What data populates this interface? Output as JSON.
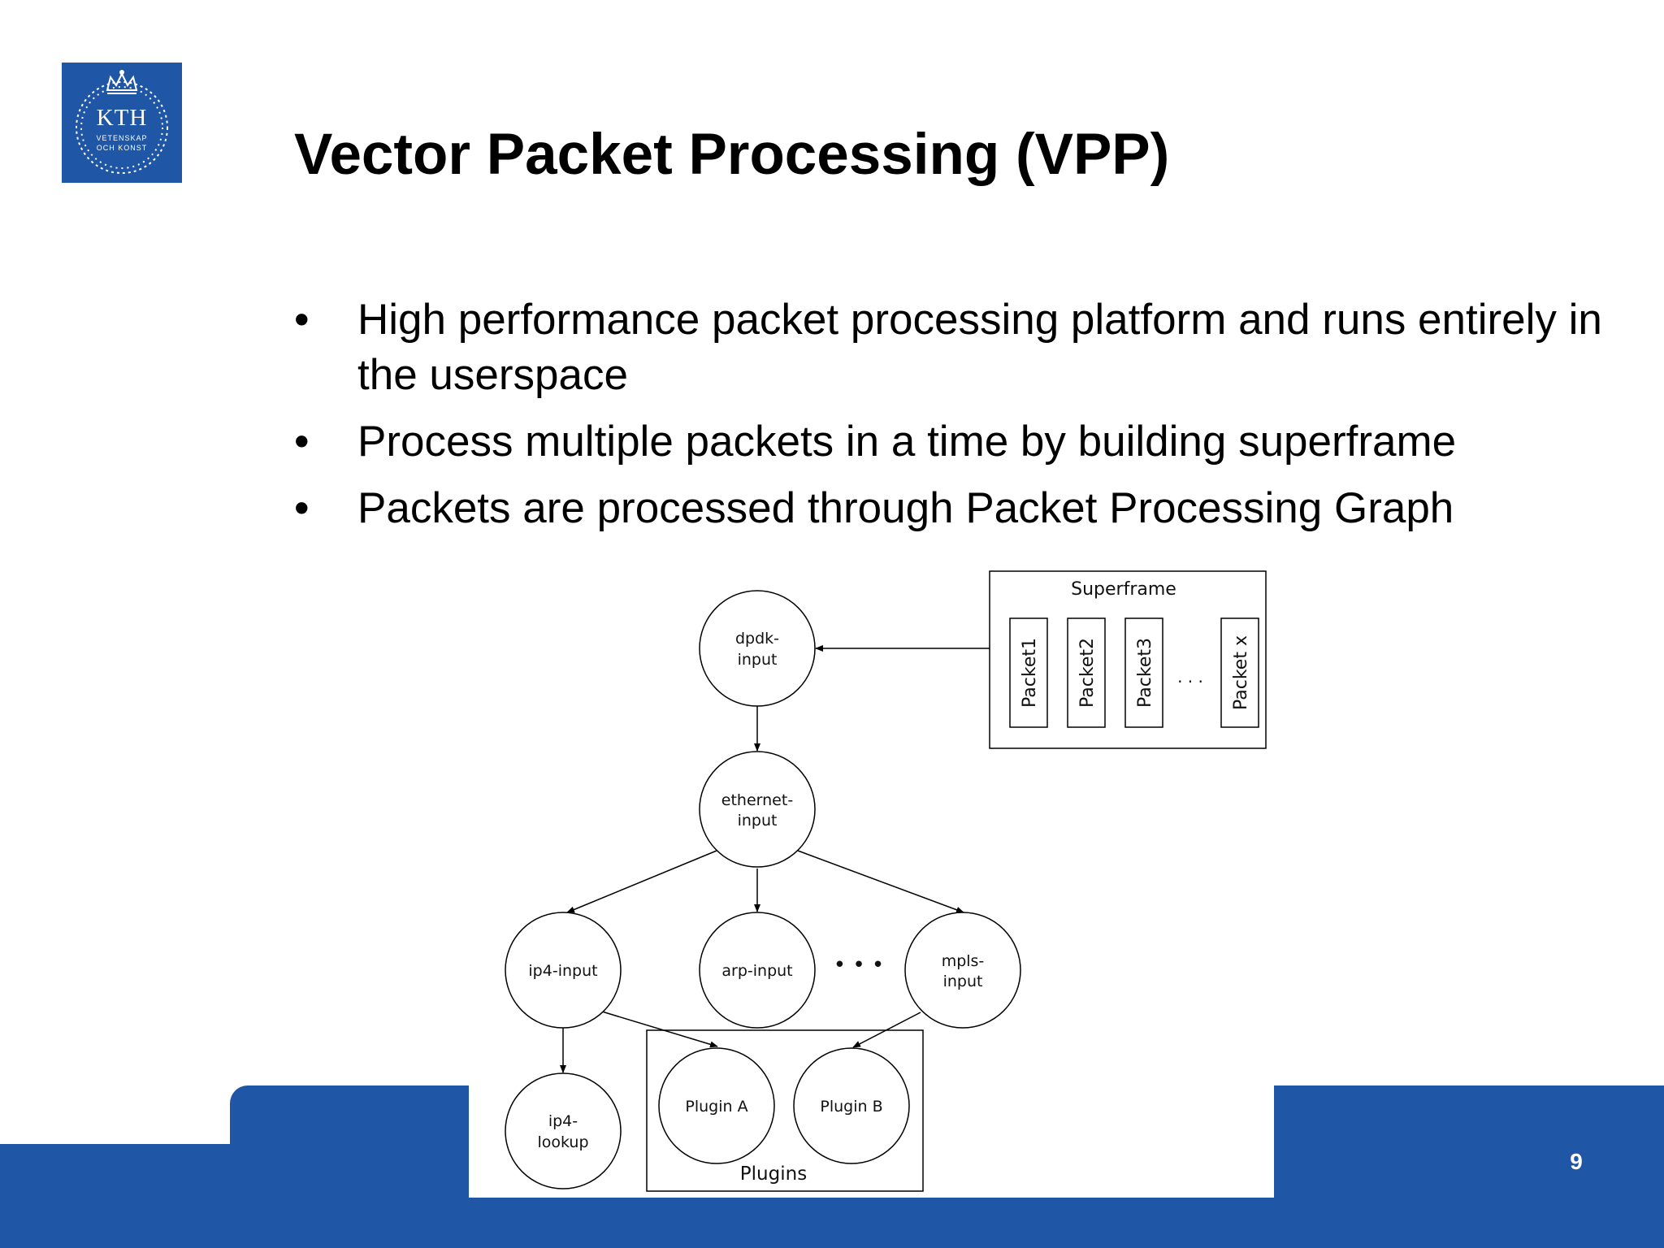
{
  "logo": {
    "main": "KTH",
    "line1": "VETENSKAP",
    "line2": "OCH KONST"
  },
  "title": "Vector Packet Processing (VPP)",
  "bullets": [
    {
      "marker": "•",
      "text": "High performance packet processing platform and runs entirely in the userspace"
    },
    {
      "marker": "•",
      "text": "Process multiple packets in a time by building superframe"
    },
    {
      "marker": "•",
      "text": "Packets are processed through Packet Processing Graph"
    }
  ],
  "diagram": {
    "nodes": {
      "dpdk_input": [
        "dpdk-",
        "input"
      ],
      "ethernet_input": [
        "ethernet-",
        "input"
      ],
      "ip4_input": "ip4-input",
      "arp_input": "arp-input",
      "mpls_input": [
        "mpls-",
        "input"
      ],
      "ip4_lookup": [
        "ip4-",
        "lookup"
      ],
      "plugin_a": "Plugin A",
      "plugin_b": "Plugin B"
    },
    "ellipsis_nodes": "• • •",
    "superframe": {
      "title": "Superframe",
      "packets": [
        "Packet1",
        "Packet2",
        "Packet3",
        "Packet x"
      ],
      "ellipsis": ". . ."
    },
    "plugins_label": "Plugins"
  },
  "page_number": "9",
  "colors": {
    "brand_blue": "#1f56a6",
    "text": "#000000"
  }
}
